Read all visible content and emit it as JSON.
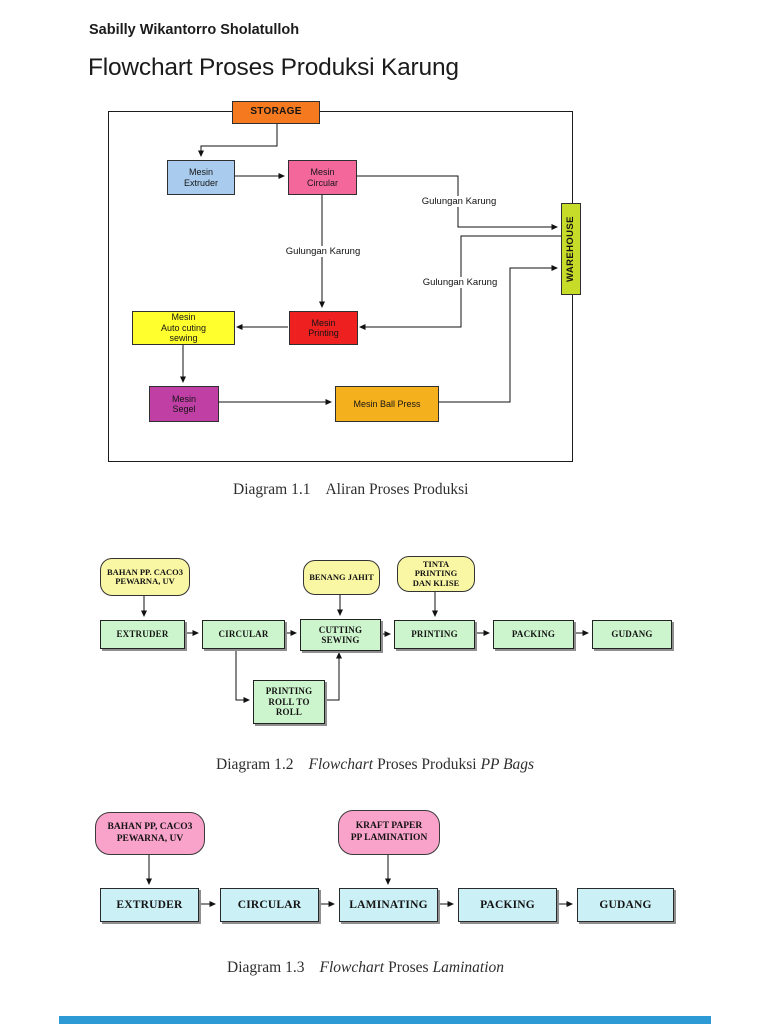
{
  "page": {
    "author": "Sabilly Wikantorro Sholatulloh",
    "title": "Flowchart Proses Produksi Karung"
  },
  "diagram1": {
    "nodes": {
      "storage": {
        "label": "STORAGE",
        "fill": "#F4791F"
      },
      "extruder": {
        "label": "Mesin\nExtruder",
        "fill": "#A9CCEE"
      },
      "circular": {
        "label": "Mesin\nCircular",
        "fill": "#F4679B"
      },
      "printing": {
        "label": "Mesin\nPrinting",
        "fill": "#EE2020"
      },
      "auto_cutting": {
        "label": "Mesin\nAuto cuting\nsewing",
        "fill": "#FFFF2E"
      },
      "segel": {
        "label": "Mesin\nSegel",
        "fill": "#BF3FA5"
      },
      "ball_press": {
        "label": "Mesin Ball Press",
        "fill": "#F5B01E"
      },
      "warehouse": {
        "label": "WAREHOUSE",
        "fill": "#C6DC28"
      }
    },
    "flow_labels": {
      "gk1": "Gulungan Karung",
      "gk2": "Gulungan Karung",
      "gk3": "Gulungan Karung"
    },
    "caption": {
      "num": "Diagram 1.1",
      "text": "Aliran Proses Produksi"
    }
  },
  "diagram2": {
    "inputs": {
      "bahan": "BAHAN PP. CACO3\nPEWARNA, UV",
      "benang": "BENANG JAHIT",
      "tinta": "TINTA\nPRINTING\nDAN KLISE"
    },
    "steps": {
      "extruder": "EXTRUDER",
      "circular": "CIRCULAR",
      "cutting": "CUTTING\nSEWING",
      "printing": "PRINTING",
      "packing": "PACKING",
      "gudang": "GUDANG",
      "roll": "PRINTING\nROLL TO\nROLL"
    },
    "colors": {
      "step_fill": "#CDF5CD",
      "input_fill": "#FAF7A4"
    },
    "caption": {
      "num": "Diagram 1.2",
      "it1": "Flowchart",
      "mid": "Proses Produksi",
      "it2": "PP Bags"
    }
  },
  "diagram3": {
    "inputs": {
      "bahan": "BAHAN PP, CACO3\nPEWARNA, UV",
      "kraft": "KRAFT PAPER\nPP LAMINATION"
    },
    "steps": {
      "extruder": "EXTRUDER",
      "circular": "CIRCULAR",
      "laminating": "LAMINATING",
      "packing": "PACKING",
      "gudang": "GUDANG"
    },
    "colors": {
      "step_fill": "#CBF1F7",
      "input_fill": "#F9A2CA"
    },
    "caption": {
      "num": "Diagram 1.3",
      "it1": "Flowchart",
      "mid": "Proses",
      "it2": "Lamination"
    }
  },
  "footer": {
    "next_page_bar_color": "#2D9AD6"
  }
}
